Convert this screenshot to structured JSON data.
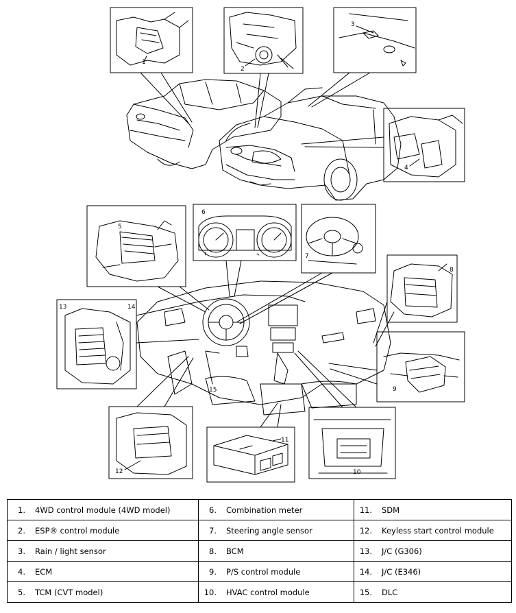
{
  "callouts": [
    "1",
    "2",
    "3",
    "4",
    "5",
    "6",
    "7",
    "8",
    "9",
    "10",
    "11",
    "12",
    "13",
    "14",
    "15"
  ],
  "legend": {
    "rows": [
      [
        {
          "num": "1.",
          "label": "4WD control module (4WD model)"
        },
        {
          "num": "6.",
          "label": "Combination meter"
        },
        {
          "num": "11.",
          "label": "SDM"
        }
      ],
      [
        {
          "num": "2.",
          "label": "ESP® control module"
        },
        {
          "num": "7.",
          "label": "Steering angle sensor"
        },
        {
          "num": "12.",
          "label": "Keyless start control module"
        }
      ],
      [
        {
          "num": "3.",
          "label": "Rain / light sensor"
        },
        {
          "num": "8.",
          "label": "BCM"
        },
        {
          "num": "13.",
          "label": "J/C (G306)"
        }
      ],
      [
        {
          "num": "4.",
          "label": "ECM"
        },
        {
          "num": "9.",
          "label": "P/S control module"
        },
        {
          "num": "14.",
          "label": "J/C (E346)"
        }
      ],
      [
        {
          "num": "5.",
          "label": "TCM (CVT model)"
        },
        {
          "num": "10.",
          "label": "HVAC control module"
        },
        {
          "num": "15.",
          "label": "DLC"
        }
      ]
    ]
  }
}
